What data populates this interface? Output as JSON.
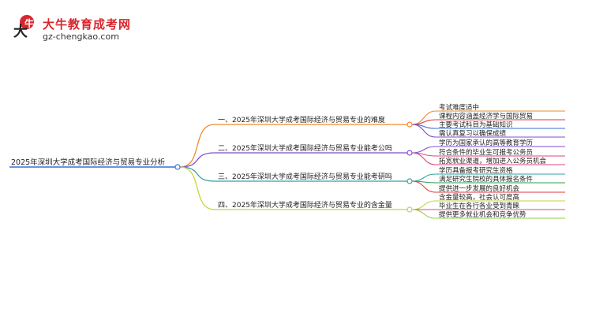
{
  "logo": {
    "title": "大牛教育成考网",
    "url": "gz-chengkao.com"
  },
  "root": {
    "label": "2025年深圳大学成考国际经济与贸易专业分析",
    "color": "#3a6fd8"
  },
  "branches": [
    {
      "label": "一、2025年深圳大学成考国际经济与贸易专业的难度",
      "color": "#f0892a",
      "leaves": [
        {
          "label": "考试难度适中",
          "color": "#f0892a"
        },
        {
          "label": "课程内容涵盖经济学与国际贸易",
          "color": "#e23a3a"
        },
        {
          "label": "主要考试科目为基础知识",
          "color": "#3a6fd8"
        },
        {
          "label": "需认真复习以确保成绩",
          "color": "#7c4fd0"
        }
      ]
    },
    {
      "label": "二、2025年深圳大学成考国际经济与贸易专业能考公吗",
      "color": "#7c4fd0",
      "leaves": [
        {
          "label": "学历为国家承认的高等教育学历",
          "color": "#7c4fd0"
        },
        {
          "label": "符合条件的毕业生可报考公务员",
          "color": "#e0457b"
        },
        {
          "label": "拓宽就业渠道，增加进入公务员机会",
          "color": "#e0457b"
        }
      ]
    },
    {
      "label": "三、2025年深圳大学成考国际经济与贸易专业能考研吗",
      "color": "#2fa3a0",
      "leaves": [
        {
          "label": "学历具备报考研究生资格",
          "color": "#2fa3a0"
        },
        {
          "label": "满足研究生院校的具体报名条件",
          "color": "#2e9b4e"
        },
        {
          "label": "提供进一步发展的良好机会",
          "color": "#e23a3a"
        }
      ]
    },
    {
      "label": "四、2025年深圳大学成考国际经济与贸易专业的含金量",
      "color": "#c8d23a",
      "leaves": [
        {
          "label": "含金量较高，社会认可度高",
          "color": "#c8d23a"
        },
        {
          "label": "毕业生在各行各业受到青睐",
          "color": "#e0457b"
        },
        {
          "label": "提供更多就业机会和竞争优势",
          "color": "#8fcf4a"
        }
      ]
    }
  ]
}
